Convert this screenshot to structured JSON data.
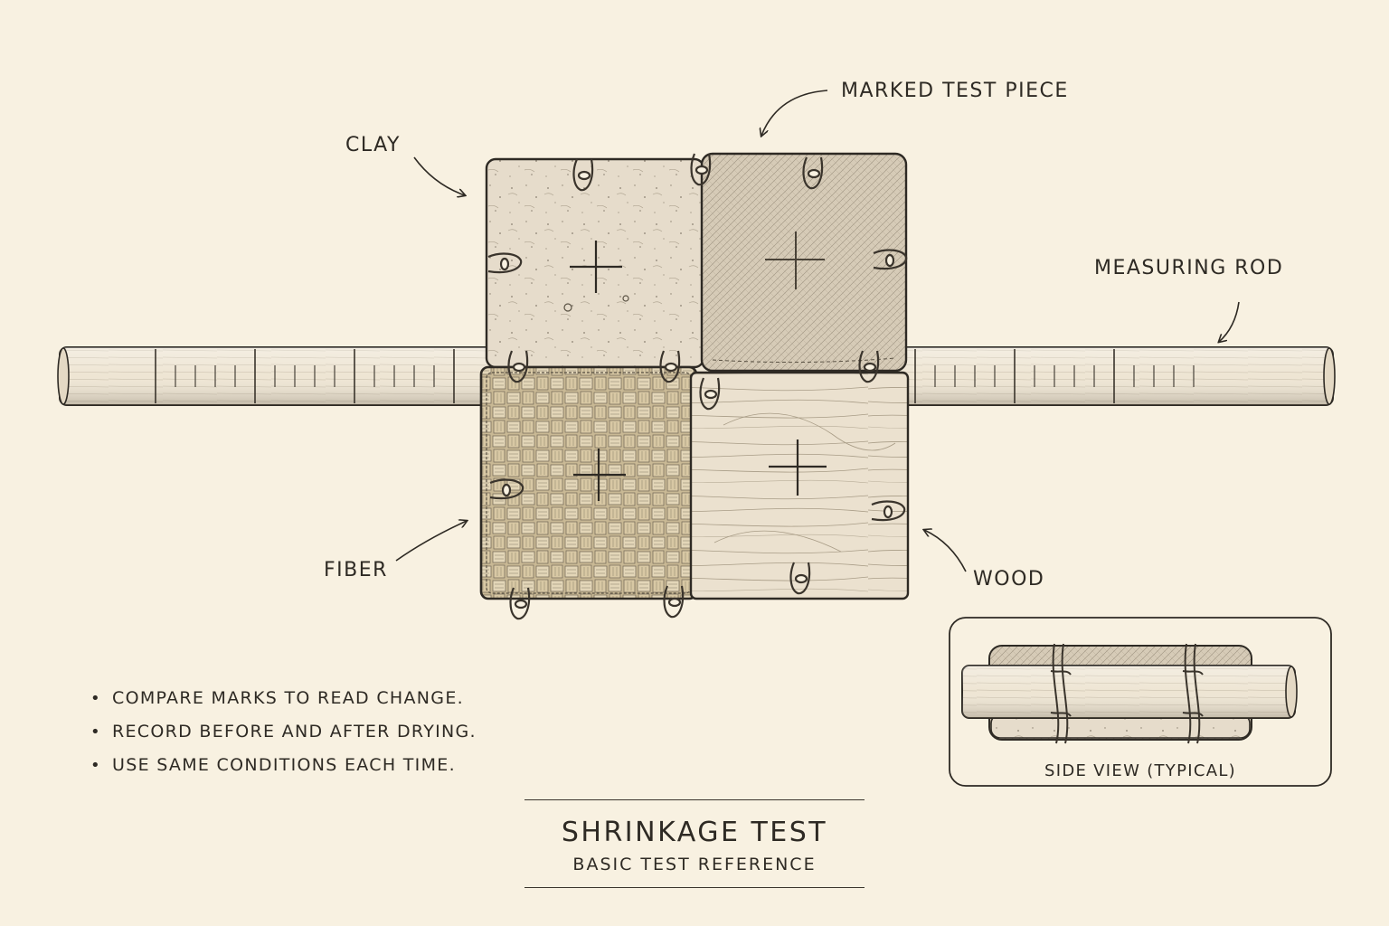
{
  "labels": {
    "clay": "CLAY",
    "marked_test_piece": "MARKED TEST PIECE",
    "measuring_rod": "MEASURING ROD",
    "fiber": "FIBER",
    "wood": "WOOD"
  },
  "notes": [
    "COMPARE MARKS TO READ CHANGE.",
    "RECORD BEFORE AND AFTER DRYING.",
    "USE SAME CONDITIONS EACH TIME."
  ],
  "title": "SHRINKAGE TEST",
  "subtitle": "BASIC TEST REFERENCE",
  "inset": {
    "caption": "SIDE VIEW (TYPICAL)"
  },
  "colors": {
    "paper": "#f8f1e1",
    "ink": "#2e2a24",
    "clay": "#e6dccb",
    "leather": "#d6cbb7",
    "fiber": "#d9ccb0",
    "wood": "#ebe1cf"
  }
}
